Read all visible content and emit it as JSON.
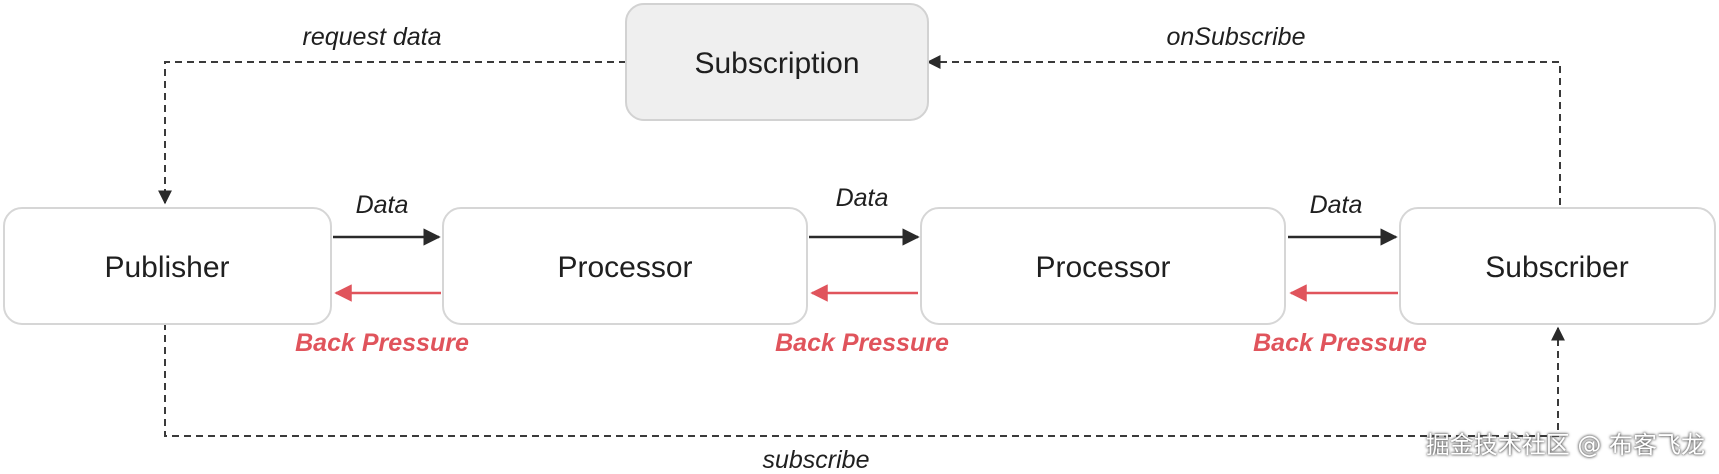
{
  "nodes": {
    "subscription": "Subscription",
    "publisher": "Publisher",
    "processor_1": "Processor",
    "processor_2": "Processor",
    "subscriber": "Subscriber"
  },
  "edges": {
    "request_data": "request data",
    "on_subscribe": "onSubscribe",
    "subscribe": "subscribe",
    "data_1": "Data",
    "data_2": "Data",
    "data_3": "Data",
    "back_pressure_1": "Back Pressure",
    "back_pressure_2": "Back Pressure",
    "back_pressure_3": "Back Pressure"
  },
  "colors": {
    "back_pressure": "#e0545c",
    "data_arrow": "#2a2a2a",
    "subscription_fill": "#efefef"
  },
  "watermark": "掘金技术社区 @ 布客飞龙"
}
